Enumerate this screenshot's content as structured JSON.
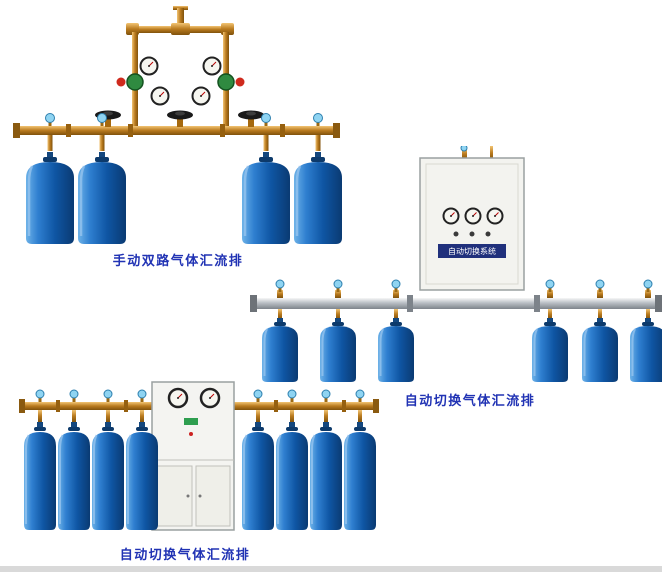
{
  "page": {
    "background": "#ffffff"
  },
  "products": [
    {
      "name": "manual-dual-manifold",
      "caption": "手动双路气体汇流排"
    },
    {
      "name": "auto-switch-manifold-with-cabinet",
      "caption": "自动切换气体汇流排",
      "cabinet_label": "自动切换系统"
    },
    {
      "name": "auto-switch-manifold",
      "caption": "自动切换气体汇流排"
    }
  ],
  "colors": {
    "caption_blue": "#2133b4",
    "cylinder_blue": "#0f56a4",
    "brass": "#b97a1e",
    "steel_pipe": "#b9bec4",
    "cabinet": "#f3f3ef"
  }
}
